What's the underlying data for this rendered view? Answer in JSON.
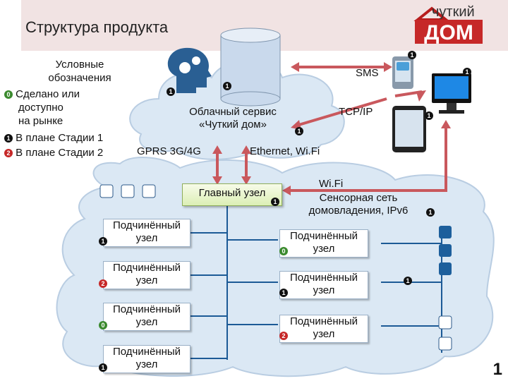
{
  "title": "Структура продукта",
  "logo": {
    "line1": "чуткий",
    "line2": "ДОМ"
  },
  "legend": {
    "heading": [
      "Условные",
      "обозначения"
    ],
    "items": [
      {
        "badge": "0",
        "lines": [
          "Сделано или",
          "доступно",
          "на рынке"
        ]
      },
      {
        "badge": "1",
        "lines": [
          "В плане Стадии 1"
        ]
      },
      {
        "badge": "2",
        "lines": [
          "В плане Стадии 2"
        ]
      }
    ]
  },
  "cloud": {
    "line1": "Облачный сервис",
    "line2": "«Чуткий дом»"
  },
  "links": {
    "sms": "SMS",
    "tcpip": "TCP/IP",
    "gprs": "GPRS 3G/4G",
    "ethernet": "Ethernet, Wi.Fi",
    "wifi": "Wi.Fi",
    "sensor_net": [
      "Сенсорная сеть",
      "домовладения, IPv6"
    ]
  },
  "main_node": "Главный узел",
  "sub_node_label": [
    "Подчинённый",
    "узел"
  ],
  "left_nodes_badges": [
    "1",
    "2",
    "0",
    "1"
  ],
  "right_nodes_badges": [
    "0",
    "1",
    "2"
  ],
  "badges": {
    "sms": "1",
    "monitor": "1",
    "tablet": "1",
    "ethernet": "1",
    "head": "1",
    "db": "1",
    "main": "1",
    "sensor": "1",
    "right_mid": "1"
  },
  "page_number": "1",
  "colors": {
    "arrow": "#c9585d",
    "link": "#1c5a96",
    "cloud": "#dbe8f4",
    "cloud_edge": "#b9cde2"
  }
}
